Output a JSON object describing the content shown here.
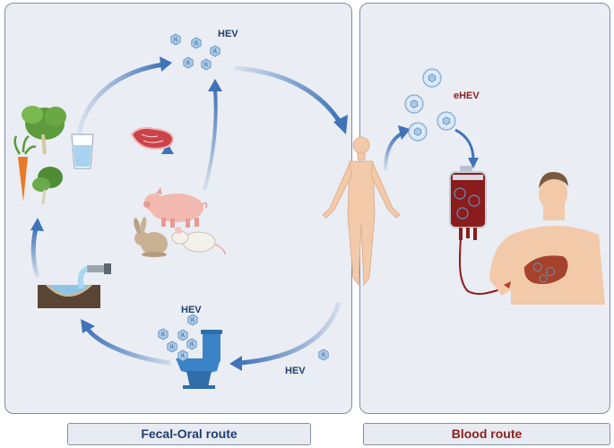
{
  "panels": {
    "left_route": "Fecal-Oral route",
    "right_route": "Blood route"
  },
  "labels": {
    "hev_top": "HEV",
    "ehev": "eHEV",
    "hev_toilet": "HEV",
    "hev_arrow": "HEV"
  },
  "colors": {
    "panel_bg": "#eaedf3",
    "panel_border": "#7f8fa6",
    "arrow_blue": "#3f73b8",
    "fecal_title": "#1f3f6e",
    "blood_title": "#8a1f1f",
    "blood": "#8b1c1c",
    "skin": "#f2c9a9"
  },
  "icons": [
    "virus-icon",
    "enveloped-virus-icon",
    "vegetables-icon",
    "water-glass-icon",
    "meat-icon",
    "pig-icon",
    "rabbit-icon",
    "rat-icon",
    "human-body-icon",
    "sewage-pipe-icon",
    "toilet-icon",
    "blood-bag-icon",
    "patient-icon",
    "liver-icon"
  ]
}
